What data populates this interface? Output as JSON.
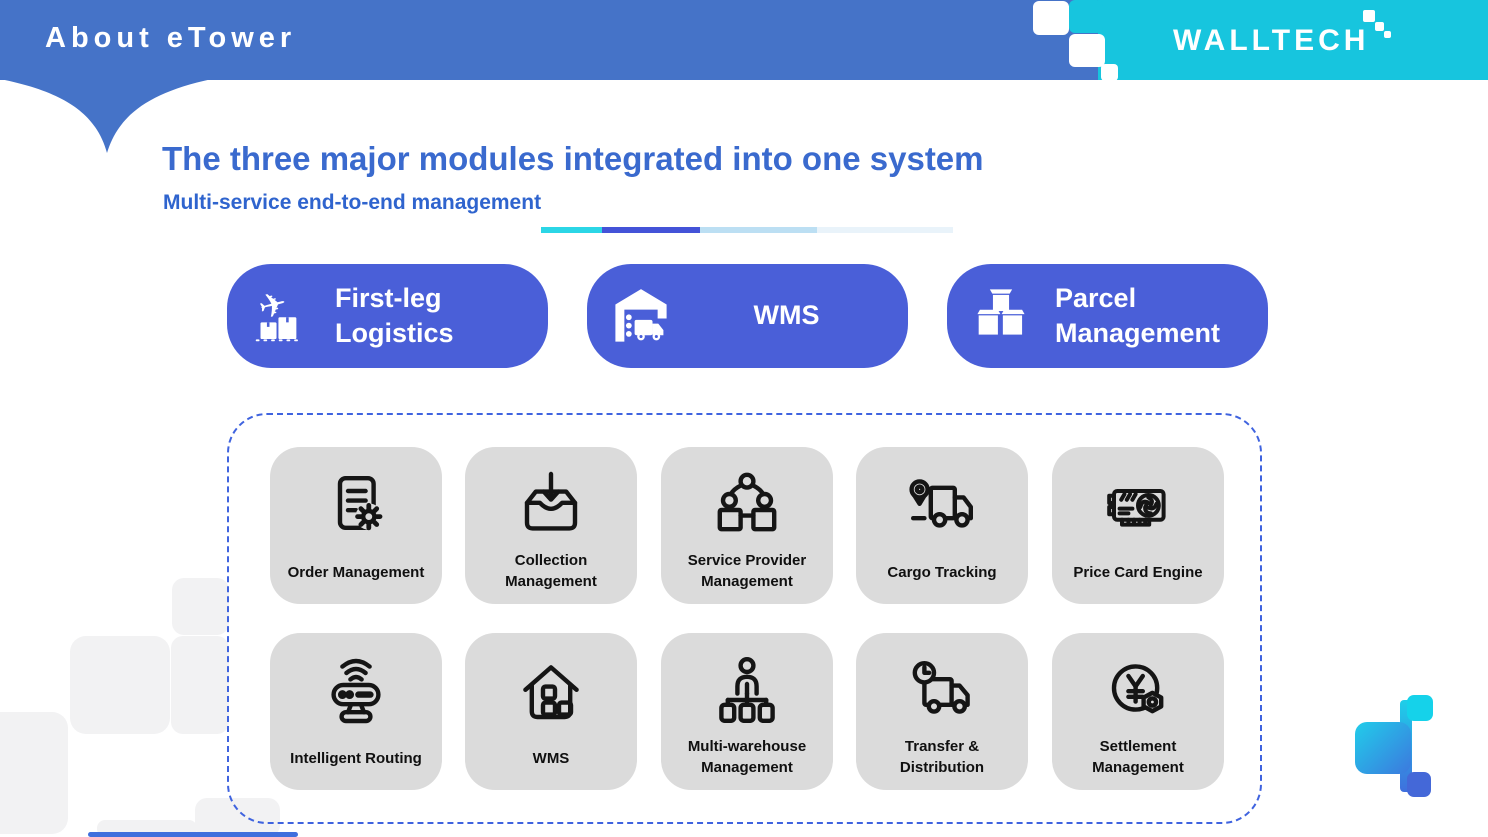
{
  "header": {
    "title": "About eTower",
    "brand": "WALLTECH"
  },
  "main": {
    "title": "The three major modules integrated into one system",
    "subtitle": "Multi-service end-to-end management"
  },
  "progress_segments": [
    {
      "color": "#2bd6e6",
      "width": 61
    },
    {
      "color": "#4453d8",
      "width": 98
    },
    {
      "color": "#bcdff3",
      "width": 117
    },
    {
      "color": "#e9f3fa",
      "width": 136
    }
  ],
  "modules": [
    {
      "label": "First-leg Logistics",
      "icon": "airplane-cargo-icon"
    },
    {
      "label": "WMS",
      "icon": "warehouse-truck-icon"
    },
    {
      "label": "Parcel Management",
      "icon": "parcel-boxes-icon"
    }
  ],
  "features": [
    {
      "label": "Order Management",
      "icon": "document-gear-icon"
    },
    {
      "label": "Collection Management",
      "icon": "inbox-arrow-icon"
    },
    {
      "label": "Service Provider Management",
      "icon": "network-nodes-icon"
    },
    {
      "label": "Cargo Tracking",
      "icon": "truck-pin-icon"
    },
    {
      "label": "Price Card Engine",
      "icon": "price-card-icon"
    },
    {
      "label": "Intelligent Routing",
      "icon": "router-wifi-icon"
    },
    {
      "label": "WMS",
      "icon": "warehouse-house-icon"
    },
    {
      "label": "Multi-warehouse Management",
      "icon": "org-chart-person-icon"
    },
    {
      "label": "Transfer & Distribution",
      "icon": "truck-clock-icon"
    },
    {
      "label": "Settlement Management",
      "icon": "yen-coin-badge-icon"
    }
  ],
  "colors": {
    "header_blue": "#4573c8",
    "header_cyan": "#17c5de",
    "title_blue": "#3a6ace",
    "button_blue": "#4a5fd8",
    "card_gray": "#dbdbdb",
    "dashed_border": "#3f63df"
  }
}
